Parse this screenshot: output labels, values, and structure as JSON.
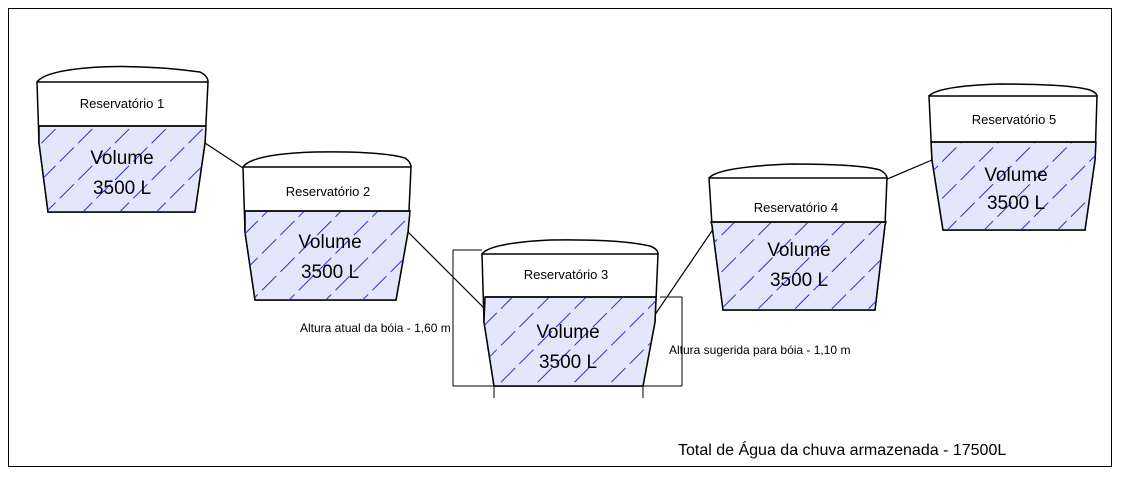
{
  "reservoirs": [
    {
      "name": "Reservatório 1",
      "volume_label": "Volume",
      "volume_value": "3500 L"
    },
    {
      "name": "Reservatório 2",
      "volume_label": "Volume",
      "volume_value": "3500 L"
    },
    {
      "name": "Reservatório 3",
      "volume_label": "Volume",
      "volume_value": "3500 L"
    },
    {
      "name": "Reservatório 4",
      "volume_label": "Volume",
      "volume_value": "3500 L"
    },
    {
      "name": "Reservatório 5",
      "volume_label": "Volume",
      "volume_value": "3500 L"
    }
  ],
  "annotations": {
    "current_float_height": "Altura atual da bóia - 1,60 m",
    "suggested_float_height": "Altura sugerida para bóia - 1,10 m",
    "total": "Total de Água da chuva armazenada - 17500L"
  },
  "colors": {
    "water_fill": "#e4e6fb",
    "hatch": "#2a2fd8",
    "line": "#000000"
  }
}
